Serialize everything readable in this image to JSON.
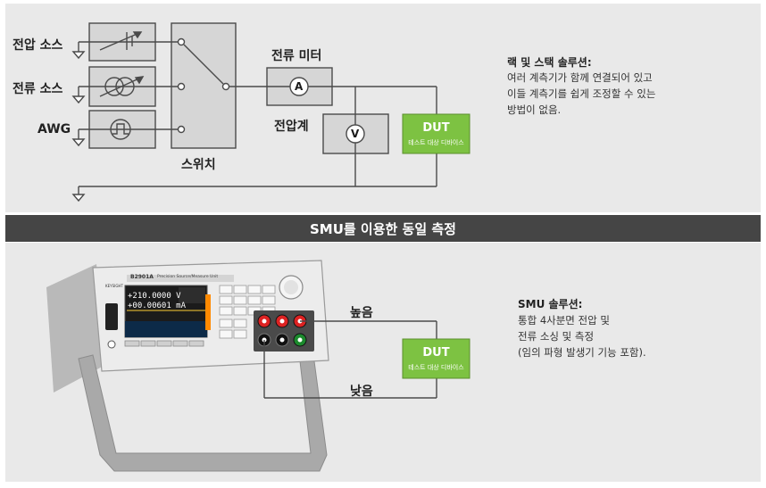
{
  "legacy_setup": {
    "sources": {
      "voltage_source": "전압 소스",
      "current_source": "전류 소스",
      "awg": "AWG"
    },
    "switch_label": "스위치",
    "ammeter_label": "전류 미터",
    "ammeter_symbol": "A",
    "voltmeter_label": "전압계",
    "voltmeter_symbol": "V",
    "dut": {
      "title": "DUT",
      "subtitle": "테스트 대상 디바이스"
    },
    "note": {
      "title": "랙 및 스택 솔루션:",
      "lines": [
        "여러 계측기가 함께 연결되어 있고",
        "이들 계측기를 쉽게 조정할 수 있는",
        "방법이 없음."
      ]
    }
  },
  "divider": {
    "title": "SMU를 이용한 동일 측정"
  },
  "smu_setup": {
    "instrument": {
      "brand": "KEYSIGHT",
      "model": "B2901A",
      "name": "Precision Source/Measure Unit",
      "display_voltage": "+210.0000 V",
      "display_current": "+00.00601 mA"
    },
    "high_label": "높음",
    "low_label": "낮음",
    "dut": {
      "title": "DUT",
      "subtitle": "테스트 대상 디바이스"
    },
    "note": {
      "title": "SMU 솔루션:",
      "lines": [
        "통합 4사분면 전압 및",
        "전류 소싱 및 측정",
        "(임의 파형 발생기 기능 포함)."
      ]
    }
  },
  "colors": {
    "panel_bg": "#e9e9e9",
    "divider_bg": "#454545",
    "block_fill": "#d6d6d6",
    "dut_green": "#7dc242",
    "wire": "#4a4a4a"
  }
}
